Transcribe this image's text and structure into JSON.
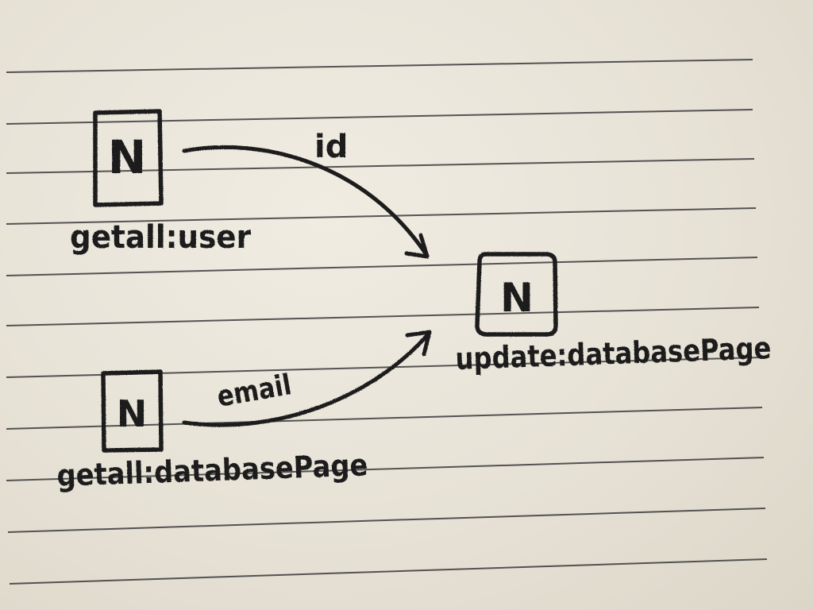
{
  "nodes": {
    "getall_user": {
      "glyph": "N",
      "label": "getall:user"
    },
    "getall_database_page": {
      "glyph": "N",
      "label": "getall:databasePage"
    },
    "update_database_page": {
      "glyph": "N",
      "label": "update:databasePage"
    }
  },
  "edges": {
    "id_edge": {
      "label": "id"
    },
    "email_edge": {
      "label": "email"
    }
  },
  "colors": {
    "ink": "#1d1b1f",
    "paper": "#ece7dc",
    "rule_lines": "#2b2b2e"
  }
}
